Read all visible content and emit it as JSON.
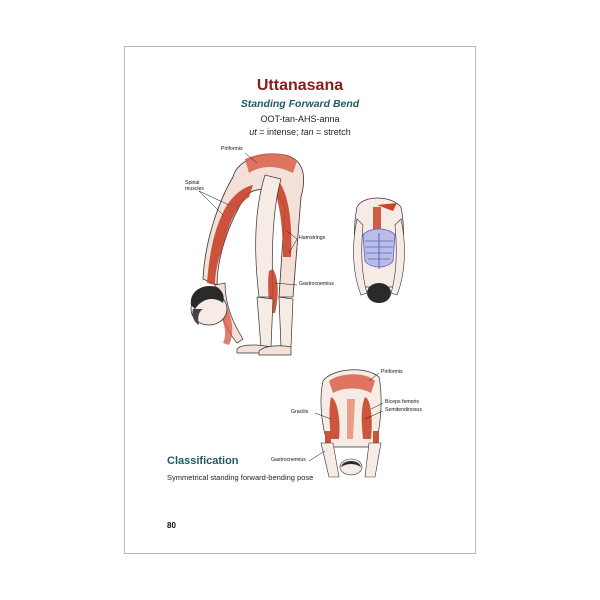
{
  "page": {
    "title": "Uttanasana",
    "subtitle": "Standing Forward Bend",
    "pronunciation": "OOT-tan-AHS-anna",
    "meaning": {
      "term1": "ut",
      "def1": " = intense; ",
      "term2": "tan",
      "def2": " = stretch"
    },
    "classification_heading": "Classification",
    "classification_text": "Symmetrical standing forward-bending pose",
    "page_number": "80"
  },
  "figure_labels": {
    "main": {
      "piriformis": "Piriformis",
      "spinal_muscles_1": "Spinal",
      "spinal_muscles_2": "muscles",
      "hamstrings": "Hamstrings",
      "gastrocnemius": "Gastrocnemius"
    },
    "back_view": {
      "piriformis": "Piriformis",
      "biceps_femoris": "Biceps femoris",
      "semitendinosus": "Semitendinosus",
      "gracilis": "Gracilis",
      "gastrocnemius": "Gastrocnemius"
    }
  },
  "colors": {
    "title": "#8b1a1a",
    "accent": "#1d5b63",
    "muscle": "#c8442a",
    "muscle_light": "#e58a6e",
    "skeleton_blue": "#5a63b8"
  }
}
